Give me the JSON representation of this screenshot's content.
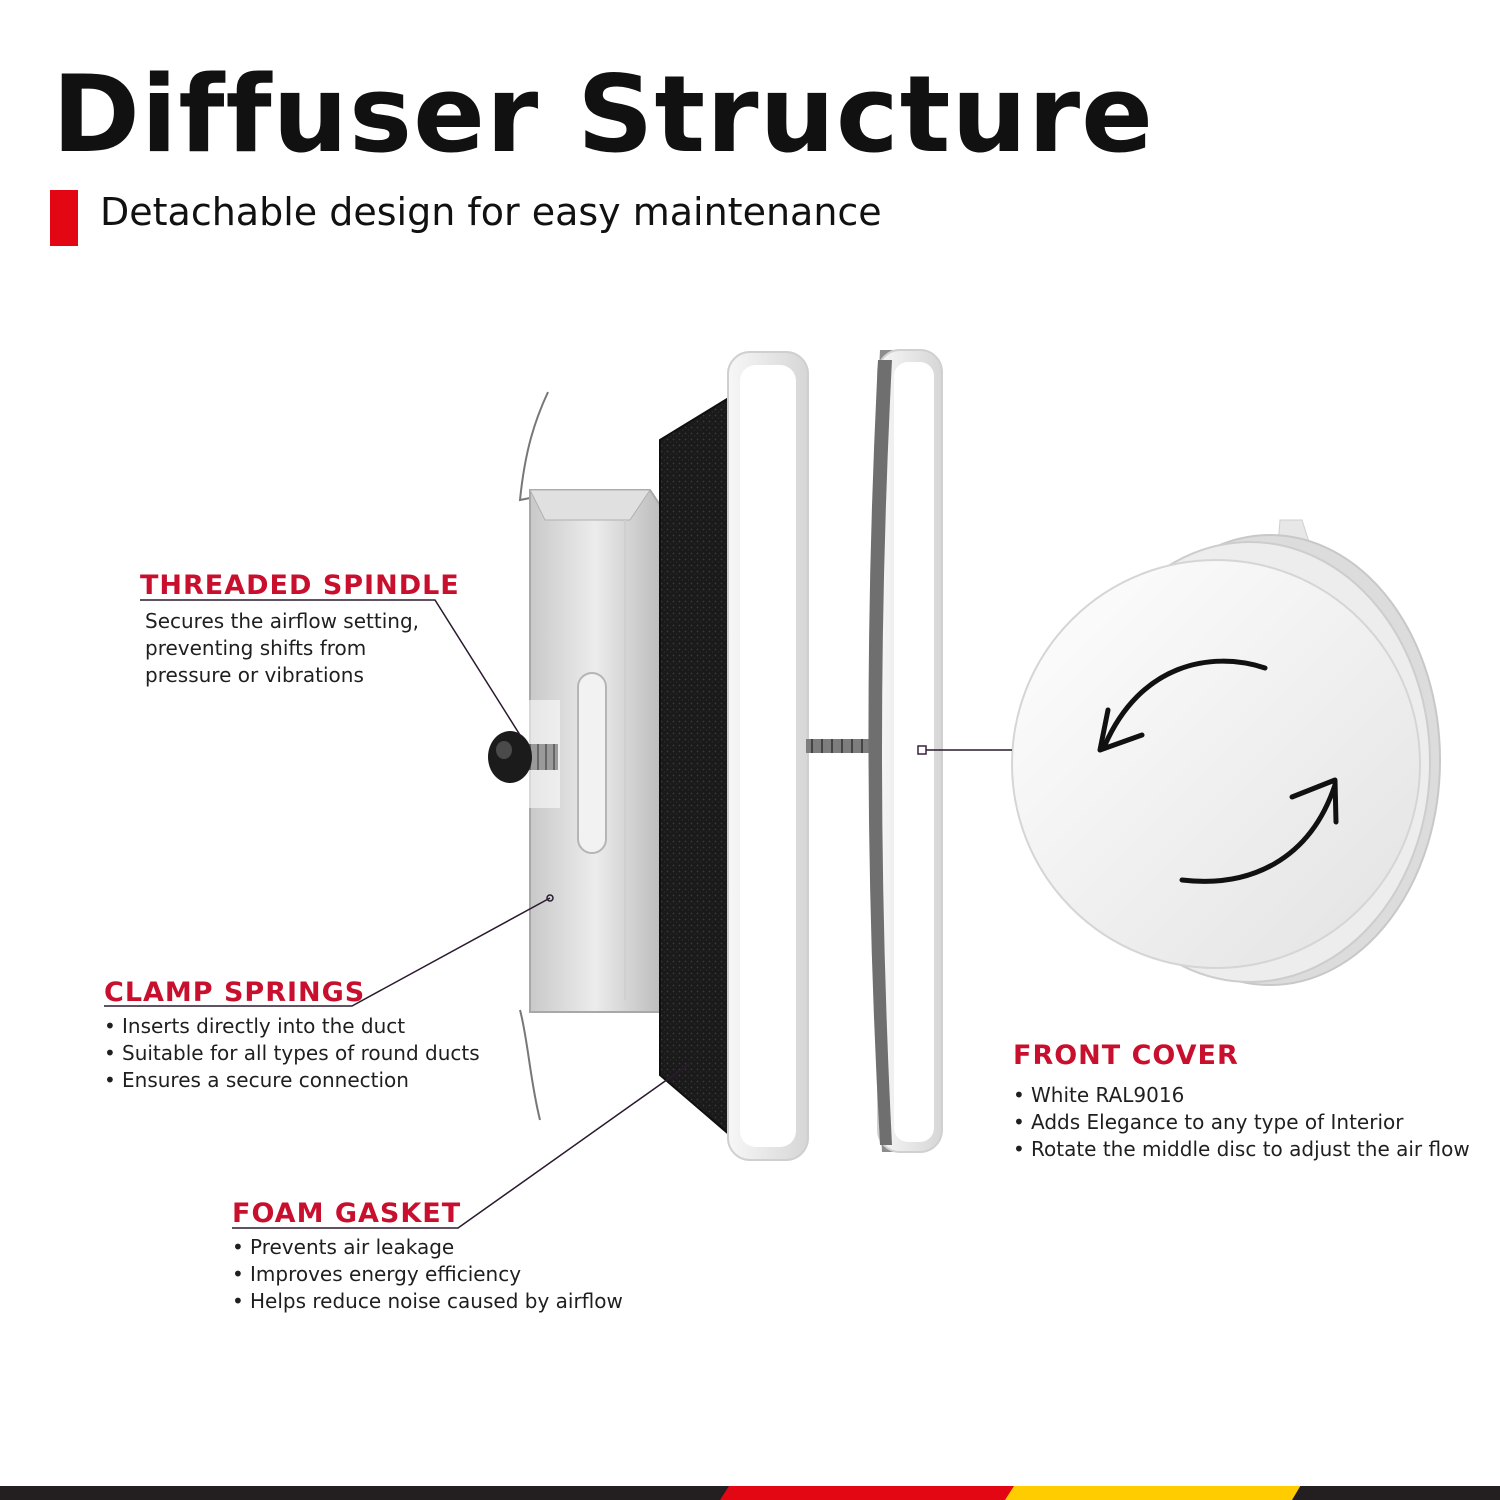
{
  "header": {
    "title": "Diffuser Structure",
    "subtitle": "Detachable design for easy maintenance",
    "accent_color": "#e30613"
  },
  "callouts": {
    "threaded_spindle": {
      "title": "THREADED SPINDLE",
      "description": "Secures the airflow setting, preventing shifts from pressure or vibrations"
    },
    "clamp_springs": {
      "title": "CLAMP SPRINGS",
      "bullets": [
        "Inserts directly into the duct",
        "Suitable for all types of round ducts",
        "Ensures a secure connection"
      ]
    },
    "foam_gasket": {
      "title": "FOAM GASKET",
      "bullets": [
        "Prevents air leakage",
        "Improves energy efficiency",
        "Helps reduce noise caused by airflow"
      ]
    },
    "front_cover": {
      "title": "FRONT COVER",
      "bullets": [
        "White RAL9016",
        "Adds Elegance to any type of Interior",
        "Rotate the middle disc to adjust the air flow"
      ]
    }
  },
  "colors": {
    "callout_title": "#c8102e",
    "foam": "#1c1c1c",
    "cover": "#f4f4f4",
    "footer": [
      "#231f20",
      "#e30613",
      "#ffcc00",
      "#231f20"
    ]
  }
}
